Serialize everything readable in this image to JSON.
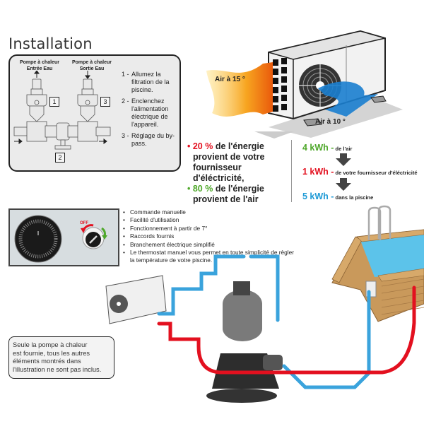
{
  "installation": {
    "title": "Installation",
    "pump_inlet_label_1": "Pompe à chaleur",
    "pump_inlet_label_2": "Entrée Eau",
    "pump_outlet_label_1": "Pompe à chaleur",
    "pump_outlet_label_2": "Sortie Eau",
    "valve_numbers": [
      "1",
      "2",
      "3"
    ],
    "steps": [
      {
        "num": "1 -",
        "text": "Allumez la filtration de la piscine."
      },
      {
        "num": "2 -",
        "text": "Enclenchez l'alimentation électrique de l'appareil."
      },
      {
        "num": "3 -",
        "text": "Réglage du by-pass."
      }
    ]
  },
  "heat_pump": {
    "air_in_label": "Air à 15 °",
    "air_out_label": "Air à 10 °"
  },
  "energy_split": {
    "electric_percent": "20 %",
    "electric_text_1": " de l'énergie",
    "electric_text_2": "provient de votre",
    "electric_text_3": "fournisseur d'éléctricité,",
    "air_percent": "80 %",
    "air_text_1": " de l'énergie",
    "air_text_2": "provient de l'air"
  },
  "energy_flow": {
    "steps": [
      {
        "value": "4 kWh -",
        "desc": " de l'air",
        "color": "#4fa82b"
      },
      {
        "value": "1 kWh -",
        "desc": " de votre fournisseur d'éléctricité",
        "color": "#e3101f"
      },
      {
        "value": "5 kWh -",
        "desc": " dans la piscine",
        "color": "#1e9ad6"
      }
    ]
  },
  "control_panel": {
    "switch_label": "OFF"
  },
  "features": [
    "Commande manuelle",
    "Facilité d'utilisation",
    "Fonctionnement à partir de 7°",
    "Raccords fournis",
    "Branchement électrique simplifié",
    "Le thermostat manuel vous permet en toute simplicité de règler",
    "la température de votre piscine."
  ],
  "note": {
    "line1": "Seule la pompe à chaleur",
    "line2": "est fournie, tous les autres",
    "line3": "éléments montrés dans",
    "line4": "l'illustration ne sont pas inclus."
  },
  "colors": {
    "hot_pipe": "#e3101f",
    "cold_pipe": "#3aa3dc",
    "wood": "#c9995b",
    "water": "#5cc3ea"
  }
}
